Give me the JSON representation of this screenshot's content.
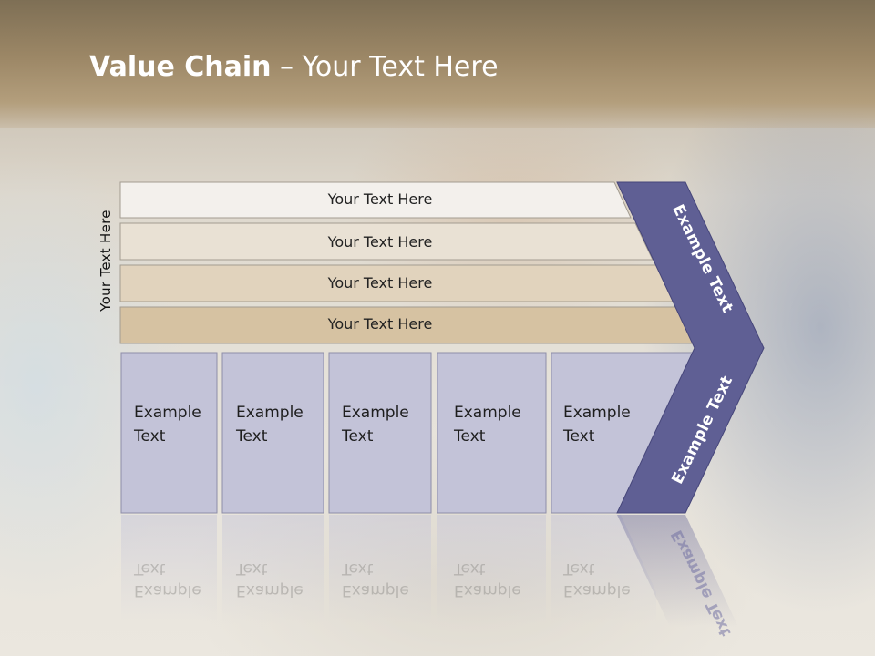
{
  "title": {
    "bold": "Value Chain",
    "rest": " – Your Text Here"
  },
  "side_label": "Your Text Here",
  "bars": [
    {
      "label": "Your Text Here"
    },
    {
      "label": "Your Text Here"
    },
    {
      "label": "Your Text Here"
    },
    {
      "label": "Your Text Here"
    }
  ],
  "boxes": [
    {
      "line1": "Example",
      "line2": "Text"
    },
    {
      "line1": "Example",
      "line2": "Text"
    },
    {
      "line1": "Example",
      "line2": "Text"
    },
    {
      "line1": "Example",
      "line2": "Text"
    },
    {
      "line1": "Example",
      "line2": "Text"
    }
  ],
  "chevron": {
    "upper": "Example Text",
    "lower": "Example Text"
  },
  "colors": {
    "bar_fills": [
      "#f3f0ec",
      "#e9e1d4",
      "#e1d3bd",
      "#d6c2a2"
    ],
    "box_fill": "#c3c3d8",
    "chevron_fill": "#5f5f94",
    "title_text": "#ffffff"
  }
}
